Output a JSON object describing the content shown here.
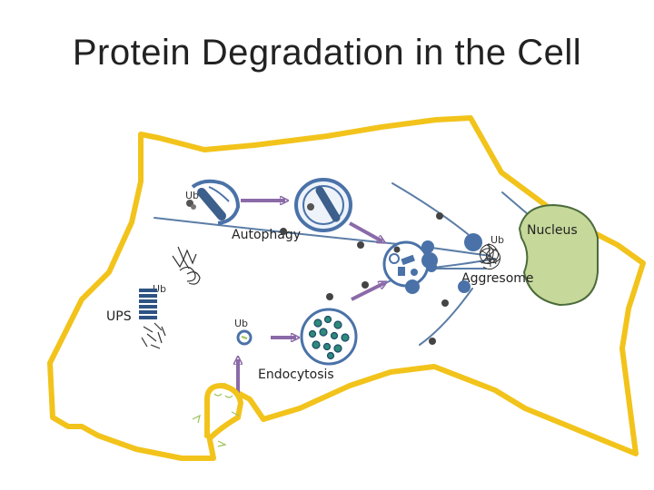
{
  "title": "Protein Degradation in the Cell",
  "labels": {
    "autophagy": "Autophagy",
    "nucleus": "Nucleus",
    "aggresome": "Aggresome",
    "ups": "UPS",
    "endocytosis": "Endocytosis",
    "ub": "Ub"
  },
  "colors": {
    "cell_border": "#f2c31b",
    "filament": "#5b7da6",
    "nucleus_fill": "#c6d89a",
    "nucleus_stroke": "#4b6b3a",
    "vesicle": "#4a72a8",
    "arrow": "#8b6aa8"
  }
}
